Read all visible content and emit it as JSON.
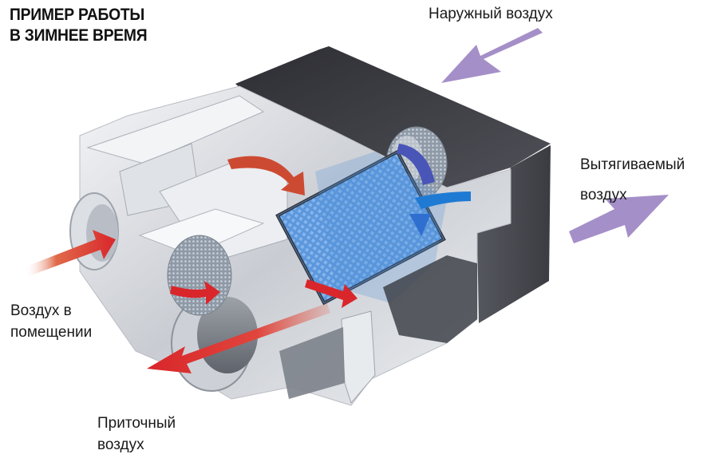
{
  "title": {
    "line1": "ПРИМЕР РАБОТЫ",
    "line2": "В ЗИМНЕЕ ВРЕМЯ"
  },
  "labels": {
    "outside_air": "Наружный воздух",
    "exhaust_air_line1": "Вытягиваемый",
    "exhaust_air_line2": "воздух",
    "room_air_line1": "Воздух в",
    "room_air_line2": "помещении",
    "supply_air_line1": "Приточный",
    "supply_air_line2": "воздух"
  },
  "colors": {
    "cold_arrow": "#a58fc8",
    "warm_arrow": "#d9262b",
    "heat_exchanger": "#4f8fd6",
    "housing_dark": "#3f3f46",
    "housing_light": "#e4e6ea",
    "exhaust_flow": "#2e6fd0"
  },
  "icons": {
    "outside_air_arrow": "arrow-down-left",
    "exhaust_air_arrow": "arrow-up-right",
    "room_air_arrow": "arrow-right",
    "supply_air_arrow": "arrow-down-left"
  }
}
